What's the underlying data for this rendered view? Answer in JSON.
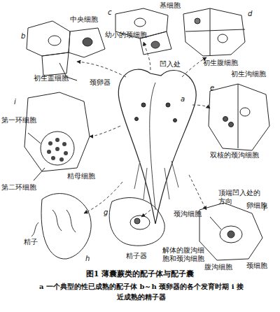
{
  "diagram": {
    "title": "图1 薄囊蕨类的配子体与配子囊",
    "caption": "a 一个典型的性已成熟的配子体 b～h 颈卵器的各个发育时期 i 接近成熟的精子器",
    "labels": [
      "基细胞",
      "中央细胞",
      "幼小的颈细胞",
      "初生腹细胞",
      "初生盖细胞",
      "凹入处",
      "颈卵器",
      "第一环细胞",
      "精母细胞",
      "第二环细胞",
      "精子器",
      "双核的颈沟细胞",
      "初生沟细胞",
      "顶端凹入处的方向",
      "精子",
      "解体的腹沟细胞和颈沟细胞",
      "卵细胞",
      "腹沟细胞",
      "颈沟细胞",
      "颈细胞",
      "a",
      "b",
      "c",
      "d",
      "e",
      "f",
      "g",
      "h",
      "i"
    ]
  }
}
